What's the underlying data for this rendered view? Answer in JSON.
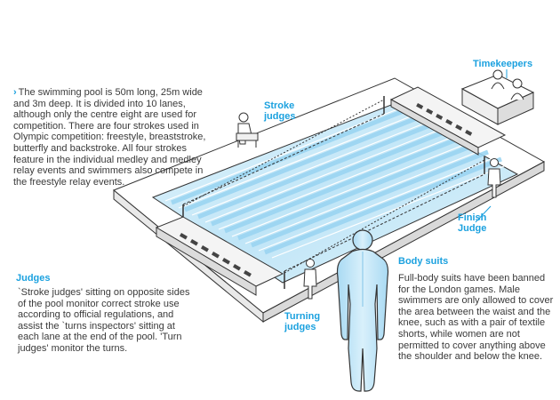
{
  "intro": {
    "text": "The swimming pool is 50m long, 25m wide and 3m deep. It is divided into 10 lanes, although only the centre eight are used for competition. There are four strokes used in Olympic competition: freestyle, breaststroke, butterfly and backstroke. All four strokes feature in the individual medley and medley relay events and swimmers also compete in the freestyle relay events.",
    "bullet_icon": "chevron-right-icon"
  },
  "labels": {
    "timekeepers": "Timekeepers",
    "stroke_line1": "Stroke",
    "stroke_line2": "judges",
    "finish_line1": "Finish",
    "finish_line2": "Judge",
    "turning_line1": "Turning",
    "turning_line2": "judges"
  },
  "judges": {
    "title": "Judges",
    "body": "`Stroke judges' sitting on opposite sides of the pool monitor correct stroke use according to official regulations, and assist the `turns inspectors' sitting at each lane at the end of the pool. 'Turn judges' monitor the turns."
  },
  "bodysuits": {
    "title": "Body suits",
    "body": "Full-body suits have been banned for the London games. Male swimmers are only allowed to cover the area between the waist and the knee, such as with a pair of textile shorts, while women are not permitted to cover anything above the shoulder and below the knee."
  },
  "colors": {
    "accent": "#1ba1df",
    "water_light": "#d6eefa",
    "water_dark": "#8fd0f0",
    "suit": "#bfe3f6",
    "deck": "#ffffff",
    "line": "#333333"
  }
}
